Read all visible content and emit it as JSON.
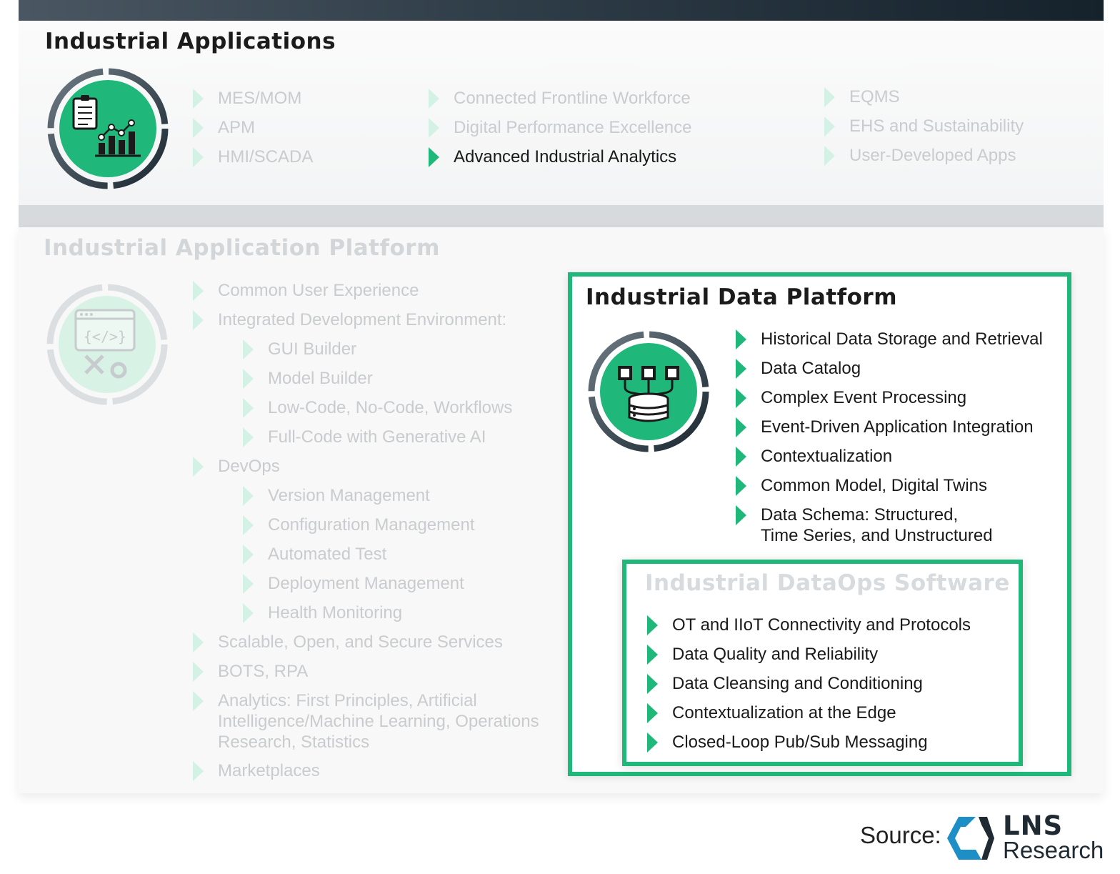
{
  "industrial_applications": {
    "title": "Industrial Applications",
    "icon": "analytics-report-icon",
    "columns": [
      [
        "MES/MOM",
        "APM",
        "HMI/SCADA"
      ],
      [
        "Connected Frontline Workforce",
        "Digital Performance Excellence",
        "Advanced Industrial Analytics"
      ],
      [
        "EQMS",
        "EHS and Sustainability",
        "User-Developed Apps"
      ]
    ],
    "highlighted": "Advanced Industrial Analytics"
  },
  "application_platform": {
    "title": "Industrial Application Platform",
    "icon": "code-tools-icon",
    "items": [
      "Common User Experience",
      "Integrated Development Environment:",
      "GUI Builder",
      "Model Builder",
      "Low-Code, No-Code, Workflows",
      "Full-Code with Generative AI",
      "DevOps",
      "Version Management",
      "Configuration Management",
      "Automated Test",
      "Deployment Management",
      "Health Monitoring",
      "Scalable, Open, and Secure Services",
      "BOTS, RPA",
      "Analytics: First Principles, Artificial Intelligence/Machine Learning, Operations Research, Statistics",
      "Marketplaces"
    ]
  },
  "data_platform": {
    "title": "Industrial Data Platform",
    "icon": "database-nodes-icon",
    "items": [
      "Historical Data Storage and Retrieval",
      "Data Catalog",
      "Complex Event Processing",
      "Event-Driven Application Integration",
      "Contextualization",
      "Common Model, Digital Twins"
    ],
    "schema_line1": "Data Schema: Structured,",
    "schema_line2": "Time Series, and Unstructured"
  },
  "dataops": {
    "title": "Industrial DataOps Software",
    "items": [
      "OT and IIoT Connectivity and Protocols",
      "Data Quality and Reliability",
      "Data Cleansing and Conditioning",
      "Contextualization at the Edge",
      "Closed-Loop Pub/Sub Messaging"
    ]
  },
  "source": {
    "label": "Source:",
    "brand": "LNS",
    "brand_sub": "Research"
  },
  "colors": {
    "accent_green": "#1fb87a",
    "dark": "#1f2a33",
    "logo_blue": "#1e8fc6"
  }
}
